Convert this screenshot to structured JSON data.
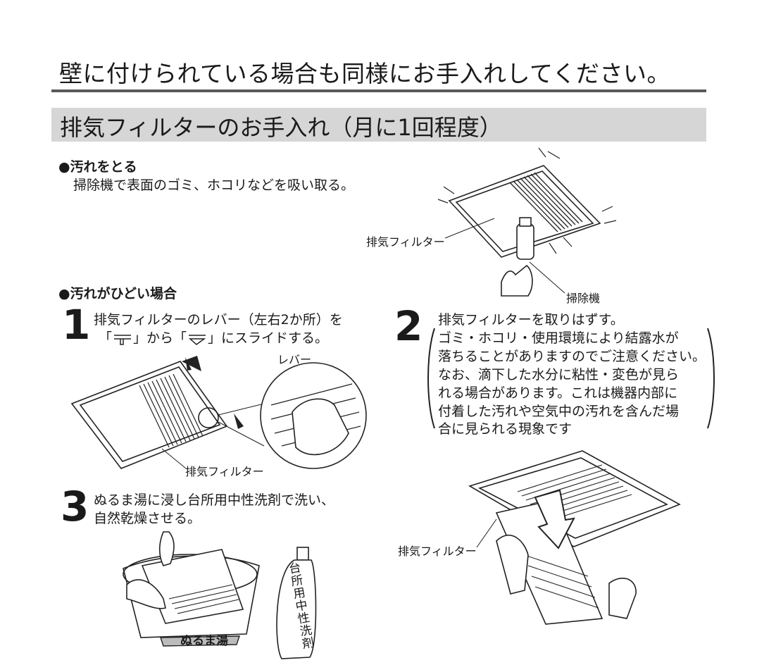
{
  "header": {
    "note": "壁に付けられている場合も同様にお手入れしてください。",
    "section_title": "排気フィルターのお手入れ（月に1回程度）"
  },
  "light_dirt": {
    "heading": "●汚れをとる",
    "text": "掃除機で表面のゴミ、ホコリなどを吸い取る。",
    "label_filter": "排気フィルター",
    "label_vacuum": "掃除機"
  },
  "heavy_dirt": {
    "heading": "●汚れがひどい場合"
  },
  "steps": [
    {
      "number": "1",
      "lines": [
        "排気フィルターのレバー（左右2か所）を",
        "「",
        "」から「",
        "」にスライドする。"
      ],
      "label_lever": "レバー",
      "label_filter": "排気フィルター"
    },
    {
      "number": "2",
      "lines": [
        "排気フィルターを取りはずす。",
        "ゴミ・ホコリ・使用環境により結露水が",
        "落ちることがありますのでご注意ください。",
        "なお、滴下した水分に粘性・変色が見ら",
        "れる場合があります。これは機器内部に",
        "付着した汚れや空気中の汚れを含んだ場",
        "合に見られる現象です"
      ],
      "label_filter": "排気フィルター"
    },
    {
      "number": "3",
      "lines": [
        "ぬるま湯に浸し台所用中性洗剤で洗い、",
        "自然乾燥させる。"
      ],
      "label_basin": "ぬるま湯",
      "label_bottle": "台所用中性洗剤"
    }
  ]
}
